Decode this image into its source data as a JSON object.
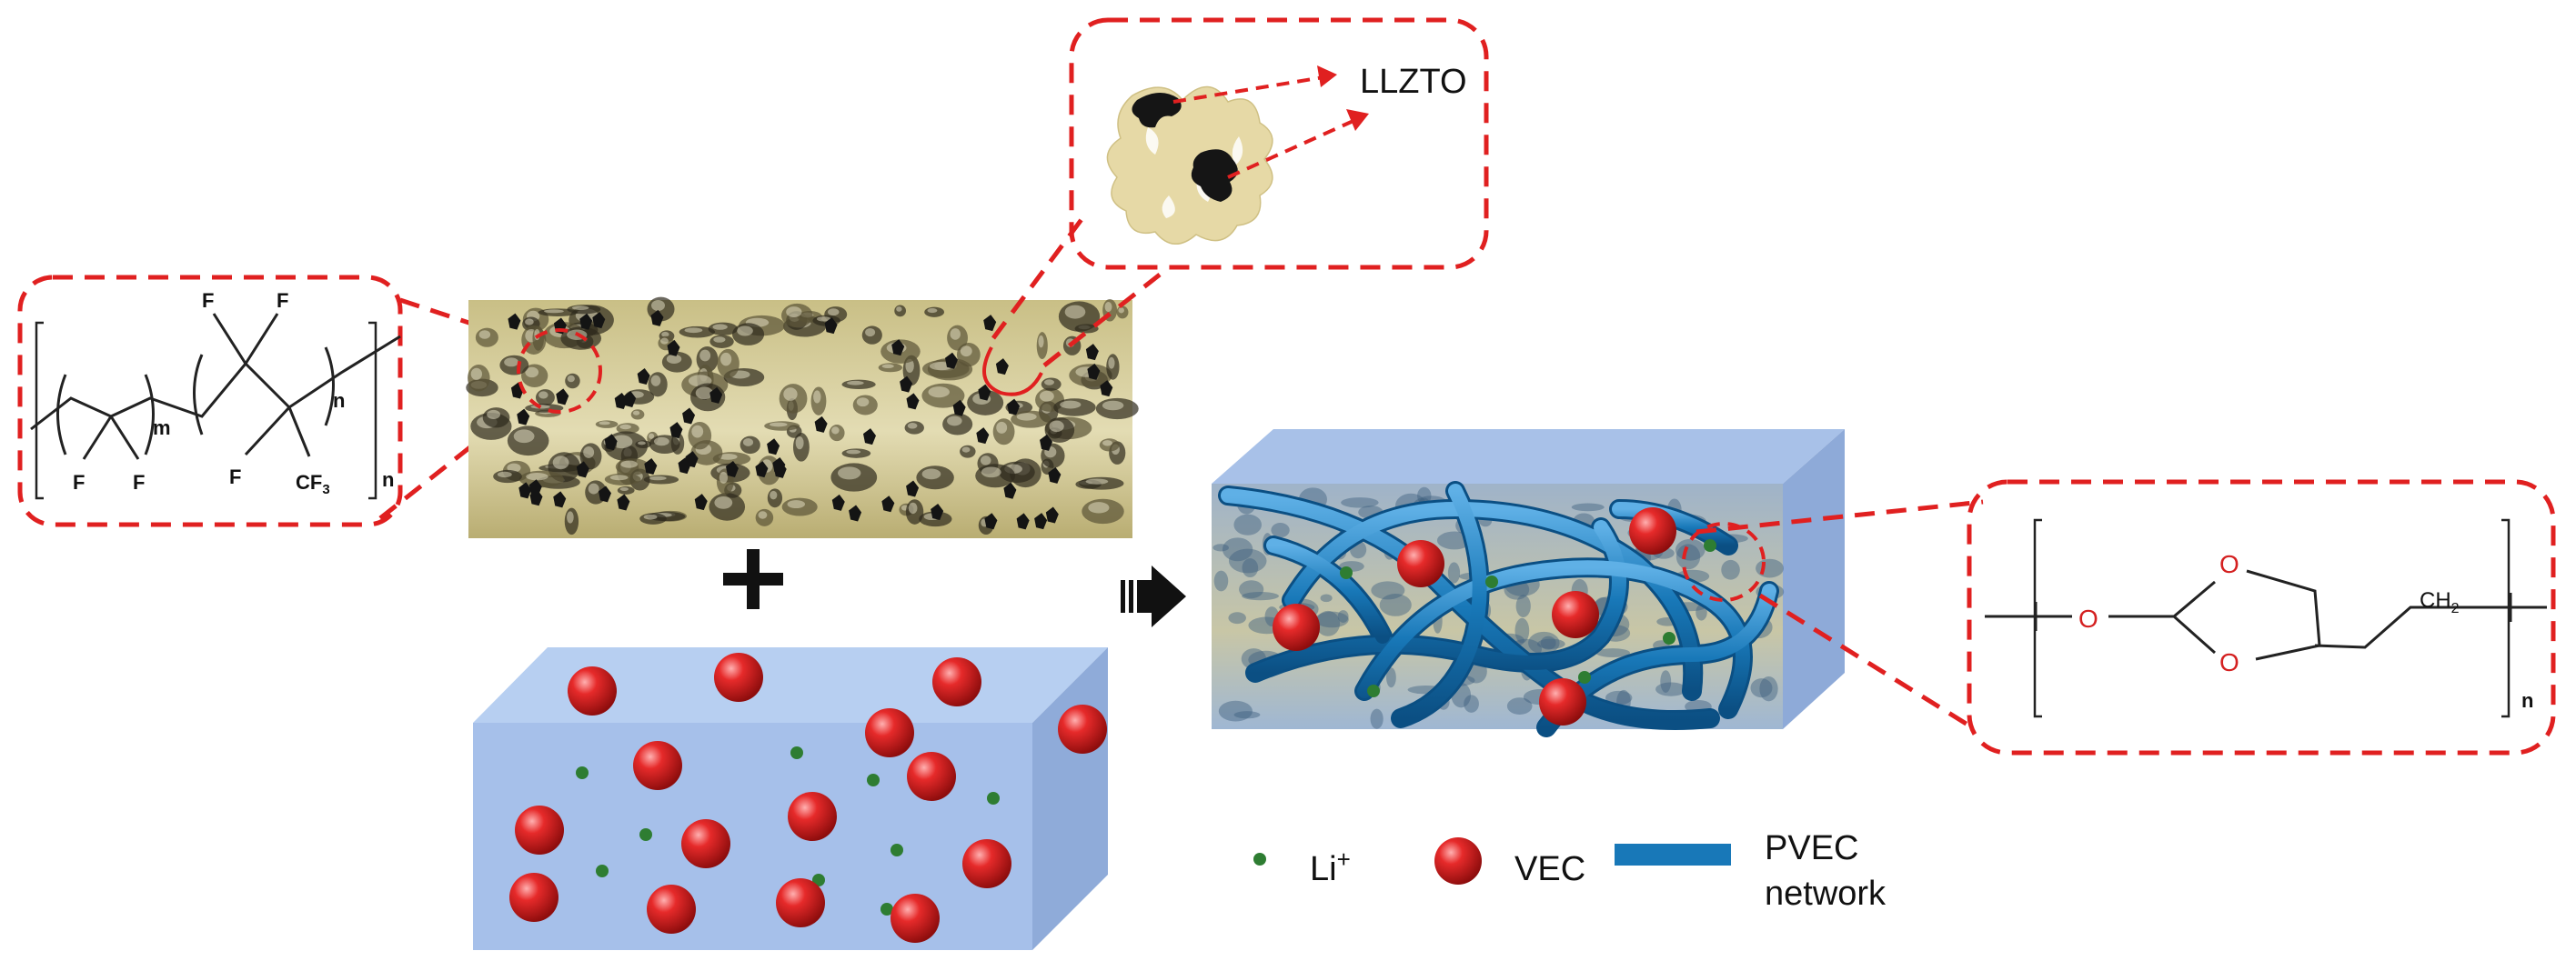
{
  "labels": {
    "llzto": "LLZTO",
    "li": "Li",
    "li_sup": "+",
    "vec": "VEC",
    "pvec_line1": "PVEC",
    "pvec_line2": "network"
  },
  "pvdf_hfp_formula": {
    "atoms": [
      "F",
      "F",
      "F",
      "F",
      "F",
      "CF",
      "3"
    ],
    "subscripts": [
      "m",
      "n",
      "n"
    ]
  },
  "pvec_formula": {
    "atoms": [
      "O",
      "O",
      "O",
      "CH",
      "2"
    ],
    "subscripts": [
      "n"
    ]
  },
  "colors": {
    "dashed_outline": "#e02020",
    "vec_sphere": "#d91c1c",
    "li_ion": "#2e7d32",
    "pvec_network": "#1878b8",
    "liquid_box": "#a9c3ea",
    "membrane": "#d8cf9e"
  }
}
